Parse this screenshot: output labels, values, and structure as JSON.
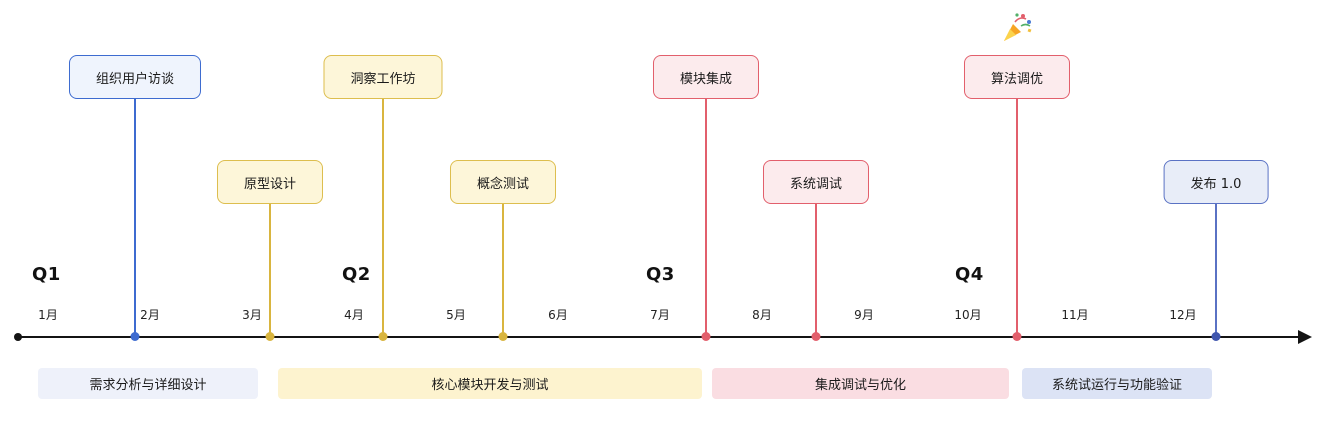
{
  "timeline": {
    "title": "",
    "quarters": [
      "Q1",
      "Q2",
      "Q3",
      "Q4"
    ],
    "months": [
      "1月",
      "2月",
      "3月",
      "4月",
      "5月",
      "6月",
      "7月",
      "8月",
      "9月",
      "10月",
      "11月",
      "12月"
    ],
    "milestones": [
      {
        "label": "组织用户访谈",
        "at_month": 2,
        "color": "#3d6bd0",
        "fill": "#eff4fd"
      },
      {
        "label": "原型设计",
        "at_month": 3,
        "color": "#d9b53f",
        "fill": "#fdf6d9"
      },
      {
        "label": "洞察工作坊",
        "at_month": 4,
        "color": "#d9b53f",
        "fill": "#fdf6d9"
      },
      {
        "label": "概念测试",
        "at_month": 5,
        "color": "#d9b53f",
        "fill": "#fdf6d9"
      },
      {
        "label": "模块集成",
        "at_month": 7,
        "color": "#e25f6c",
        "fill": "#fcebed"
      },
      {
        "label": "系统调试",
        "at_month": 8.5,
        "color": "#e25f6c",
        "fill": "#fcebed"
      },
      {
        "label": "算法调优",
        "at_month": 10,
        "color": "#e25f6c",
        "fill": "#fcebed",
        "decoration": "party-popper"
      },
      {
        "label": "发布 1.0",
        "at_month": 12,
        "color": "#5a72c4",
        "fill": "#e8edf8"
      }
    ],
    "phases": [
      {
        "label": "需求分析与详细设计",
        "months": "1-3",
        "fill": "#eef1fa"
      },
      {
        "label": "核心模块开发与测试",
        "months": "3-7",
        "fill": "#fdf3cf"
      },
      {
        "label": "集成调试与优化",
        "months": "7-10",
        "fill": "#fadde2"
      },
      {
        "label": "系统试运行与功能验证",
        "months": "10-12",
        "fill": "#dce3f5"
      }
    ],
    "colors": {
      "axis": "#141414",
      "blue": "#3d6bd0",
      "yellow": "#d9b53f",
      "red": "#e25f6c",
      "indigo": "#5a72c4"
    }
  }
}
